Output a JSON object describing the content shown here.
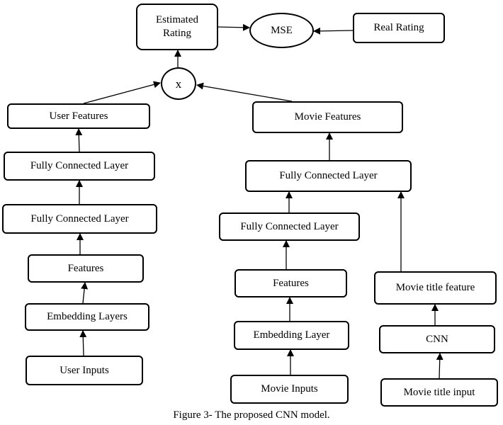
{
  "nodes": {
    "estimated_rating": "Estimated Rating",
    "mse": "MSE",
    "real_rating": "Real Rating",
    "multiply": "x",
    "user_features": "User Features",
    "user_fc2": "Fully Connected Layer",
    "user_fc1": "Fully Connected Layer",
    "user_features_layer": "Features",
    "user_embedding": "Embedding Layers",
    "user_inputs": "User Inputs",
    "movie_features": "Movie Features",
    "movie_fc2": "Fully Connected Layer",
    "movie_fc1": "Fully Connected Layer",
    "movie_features_layer": "Features",
    "movie_embedding": "Embedding Layer",
    "movie_inputs": "Movie Inputs",
    "movie_title_feature": "Movie title feature",
    "cnn": "CNN",
    "movie_title_input": "Movie title input"
  },
  "caption": "Figure 3- The proposed CNN model."
}
